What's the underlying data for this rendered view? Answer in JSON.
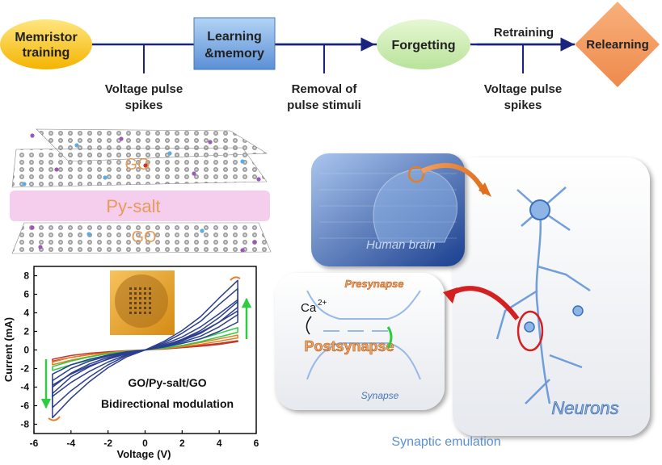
{
  "flow": {
    "nodes": [
      "Memristor\ntraining",
      "Learning\n&memory",
      "Forgetting",
      "Relearning"
    ],
    "arrow_labels": [
      "Retraining"
    ],
    "stimuli": [
      "Voltage pulse\nspikes",
      "Removal of\npulse stimuli",
      "Voltage pulse\nspikes"
    ]
  },
  "structure": {
    "layers": [
      "GO",
      "Py-salt",
      "GO"
    ]
  },
  "neuro": {
    "brain_label": "Human brain",
    "neurons_label": "Neurons",
    "presynapse_label": "Presynapse",
    "postsynapse_label": "Postsynapse",
    "synapse_label": "Synapse",
    "ion_label": "Ca",
    "ion_charge": "2+",
    "caption": "Synaptic emulation"
  },
  "chart_data": {
    "type": "line",
    "xlabel": "Voltage (V)",
    "ylabel": "Current (mA)",
    "xlim": [
      -6,
      6
    ],
    "ylim": [
      -9,
      9
    ],
    "xticks": [
      -6,
      -4,
      -2,
      0,
      2,
      4,
      6
    ],
    "yticks": [
      -8,
      -6,
      -4,
      -2,
      0,
      2,
      4,
      6,
      8
    ],
    "annotations": [
      "GO/Py-salt/GO",
      "Bidirectional modulation"
    ],
    "series": [
      {
        "color": "#c0392b",
        "x": [
          -5,
          -4,
          -3,
          -2,
          -1,
          0,
          1,
          2,
          3,
          4,
          5
        ],
        "y_sweep_a": [
          -1.2,
          -0.8,
          -0.5,
          -0.3,
          -0.1,
          0,
          0.15,
          0.3,
          0.5,
          0.7,
          1.0
        ],
        "y_sweep_b": [
          -1.0,
          -0.6,
          -0.35,
          -0.2,
          -0.08,
          0,
          0.1,
          0.25,
          0.4,
          0.6,
          0.9
        ]
      },
      {
        "color": "#e67e22",
        "x": [
          -5,
          -4,
          -3,
          -2,
          -1,
          0,
          1,
          2,
          3,
          4,
          5
        ],
        "y_sweep_a": [
          -1.6,
          -1.1,
          -0.7,
          -0.4,
          -0.15,
          0,
          0.2,
          0.45,
          0.8,
          1.2,
          1.6
        ],
        "y_sweep_b": [
          -1.3,
          -0.8,
          -0.5,
          -0.3,
          -0.1,
          0,
          0.15,
          0.35,
          0.6,
          0.95,
          1.3
        ]
      },
      {
        "color": "#2ecc40",
        "x": [
          -5,
          -4,
          -3,
          -2,
          -1,
          0,
          1,
          2,
          3,
          4,
          5
        ],
        "y_sweep_a": [
          -2.2,
          -1.6,
          -1.1,
          -0.6,
          -0.25,
          0,
          0.3,
          0.7,
          1.2,
          1.8,
          2.4
        ],
        "y_sweep_b": [
          -1.8,
          -1.2,
          -0.75,
          -0.4,
          -0.15,
          0,
          0.2,
          0.5,
          0.9,
          1.4,
          1.9
        ]
      },
      {
        "color": "#2c3e90",
        "x": [
          -5,
          -4,
          -3,
          -2,
          -1,
          0,
          1,
          2,
          3,
          4,
          5
        ],
        "y_sweep_a": [
          -3.8,
          -2.6,
          -1.7,
          -1.0,
          -0.4,
          0,
          0.5,
          1.1,
          1.9,
          3.0,
          4.2
        ],
        "y_sweep_b": [
          -2.6,
          -1.6,
          -1.0,
          -0.55,
          -0.2,
          0,
          0.3,
          0.7,
          1.2,
          2.0,
          3.0
        ]
      },
      {
        "color": "#2c3e90",
        "x": [
          -5,
          -4,
          -3,
          -2,
          -1,
          0,
          1,
          2,
          3,
          4,
          5
        ],
        "y_sweep_a": [
          -5.0,
          -3.5,
          -2.3,
          -1.3,
          -0.5,
          0,
          0.6,
          1.4,
          2.5,
          3.9,
          5.4
        ],
        "y_sweep_b": [
          -3.3,
          -2.0,
          -1.2,
          -0.65,
          -0.25,
          0,
          0.35,
          0.85,
          1.5,
          2.5,
          3.8
        ]
      },
      {
        "color": "#2c3e90",
        "x": [
          -5,
          -4,
          -3,
          -2,
          -1,
          0,
          1,
          2,
          3,
          4,
          5
        ],
        "y_sweep_a": [
          -6.2,
          -4.4,
          -2.9,
          -1.6,
          -0.6,
          0,
          0.75,
          1.8,
          3.1,
          4.9,
          6.6
        ],
        "y_sweep_b": [
          -4.0,
          -2.5,
          -1.5,
          -0.8,
          -0.3,
          0,
          0.4,
          1.0,
          1.8,
          3.0,
          4.6
        ]
      },
      {
        "color": "#2c3e90",
        "x": [
          -5,
          -4,
          -3,
          -2,
          -1,
          0,
          1,
          2,
          3,
          4,
          5
        ],
        "y_sweep_a": [
          -7.3,
          -5.2,
          -3.4,
          -1.9,
          -0.75,
          0,
          0.9,
          2.1,
          3.6,
          5.6,
          7.5
        ],
        "y_sweep_b": [
          -4.7,
          -2.9,
          -1.8,
          -0.95,
          -0.35,
          0,
          0.45,
          1.15,
          2.1,
          3.5,
          5.2
        ]
      }
    ]
  }
}
